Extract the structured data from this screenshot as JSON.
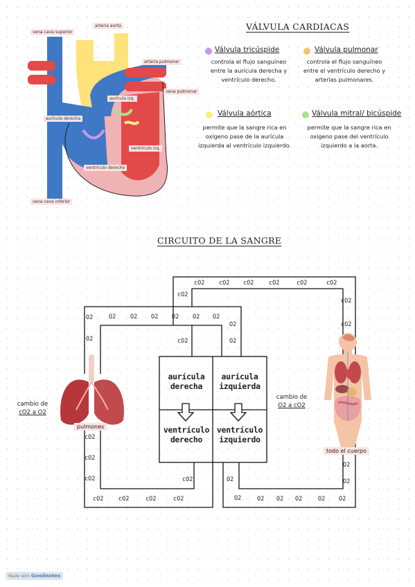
{
  "heart": {
    "labels": {
      "vena_cava_superior": "vena cava superior",
      "arteria_aorta": "arteria aorta",
      "arteria_pulmonar": "arteria pulmonar",
      "vena_pulmonar": "vena pulmonar",
      "auricula_izq": "aurícula izq.",
      "auricula_derecha": "aurícula derecha",
      "ventriculo_izq": "ventrículo izq.",
      "ventriculo_derecho": "ventrículo derecho",
      "vena_cava_inferior": "vena cava inferior"
    }
  },
  "valves": {
    "title": "VÁLVULA CARDIACAS",
    "items": [
      {
        "name": "Válvula tricúspide",
        "color": "#c49ae8",
        "desc": "controla el flujo sanguíneo entre la aurícula derecha y ventrículo derecho."
      },
      {
        "name": "Válvula pulmonar",
        "color": "#f6c26e",
        "desc": "controla el flujo sanguíneo entre el ventrículo derecho y arterias pulmonares."
      },
      {
        "name": "Válvula aórtica",
        "color": "#f7f07c",
        "desc": "permite que la sangre rica en oxígeno pase de la aurícula izquierda al ventrículo izquierdo."
      },
      {
        "name": "Válvula mitral/ bicúspide",
        "color": "#a8e38a",
        "desc": "permite que la sangre rica en oxígeno pase del ventrículo izquierdo a la aorta."
      }
    ]
  },
  "circuit": {
    "title": "CIRCUITO DE LA SANGRE",
    "auricula_derecha": "aurícula derecha",
    "auricula_izquierda": "aurícula izquierda",
    "ventriculo_derecho": "ventrículo derecho",
    "ventriculo_izquierdo": "ventrículo izquierdo",
    "lungs_label": "pulmones",
    "body_label": "todo el cuerpo",
    "left_side": {
      "line1": "cambio de",
      "line2": "cO2 a O2"
    },
    "right_side": {
      "line1": "cambio de",
      "line2": "O2 a cO2"
    },
    "co2": "cO2",
    "o2": "O2"
  },
  "footer": {
    "made_with": "Made with",
    "brand": "Goodnotes"
  }
}
